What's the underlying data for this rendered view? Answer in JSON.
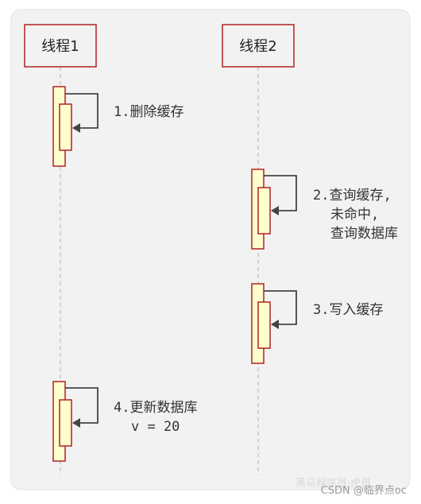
{
  "participants": [
    {
      "name": "线程1"
    },
    {
      "name": "线程2"
    }
  ],
  "steps": [
    {
      "lines": [
        "1.删除缓存"
      ]
    },
    {
      "lines": [
        "2.查询缓存,",
        "未命中,",
        "查询数据库"
      ]
    },
    {
      "lines": [
        "3.写入缓存"
      ]
    },
    {
      "lines": [
        "4.更新数据库",
        "v = 20"
      ]
    }
  ],
  "watermark": {
    "text": "CSDN @临界点oc",
    "faint_text": "黑马程序员·虎哥"
  },
  "colors": {
    "background": "#f2f2f2",
    "participant_border": "#b22222",
    "activation_fill": "#fefece",
    "lifeline": "#c8c8c8",
    "arrow": "#444444"
  }
}
